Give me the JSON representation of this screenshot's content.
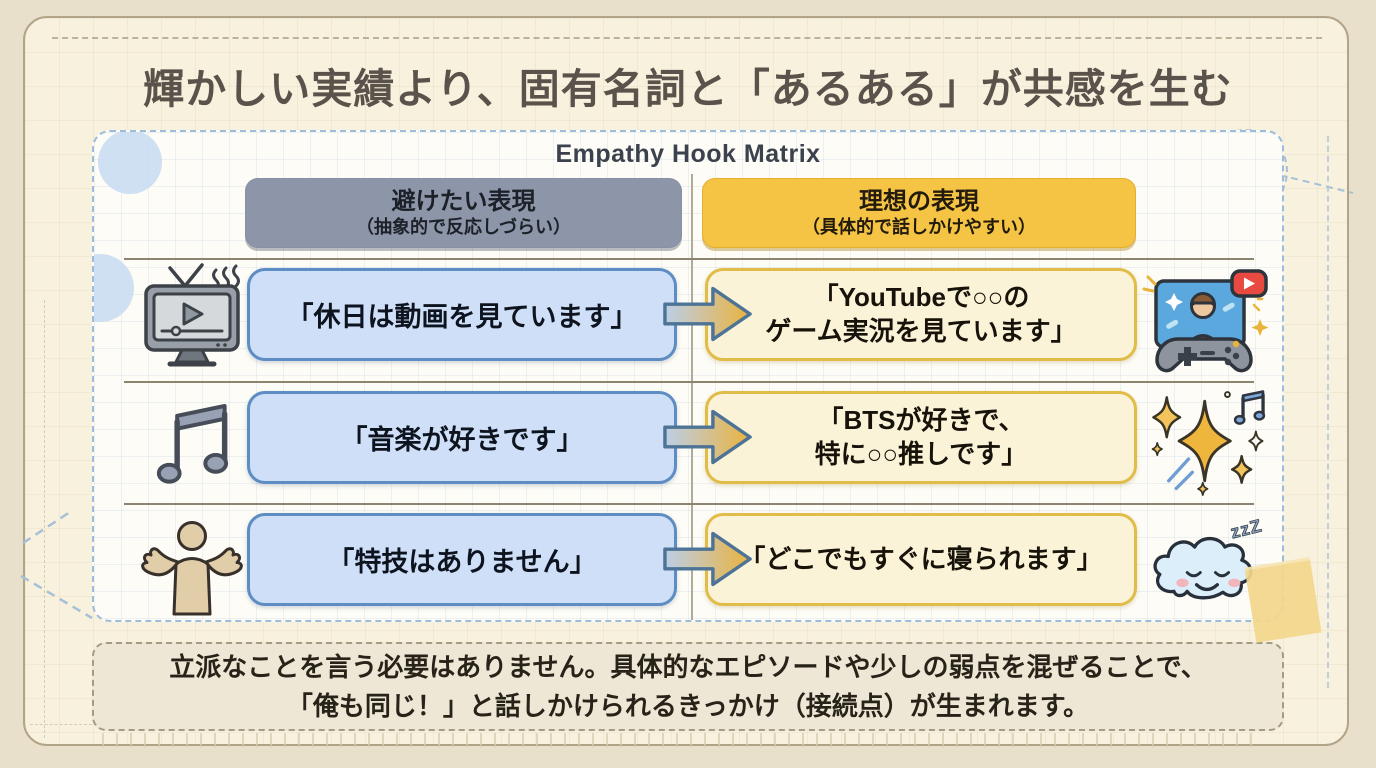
{
  "slide": {
    "title": "輝かしい実績より、固有名詞と「あるある」が共感を生む"
  },
  "matrix": {
    "title": "Empathy Hook Matrix",
    "columns": {
      "avoid": {
        "label": "避けたい表現",
        "sub": "（抽象的で反応しづらい）"
      },
      "ideal": {
        "label": "理想の表現",
        "sub": "（具体的で話しかけやすい）"
      }
    },
    "rows": [
      {
        "left_icon": "tv-video-icon",
        "avoid": "「休日は動画を見ています」",
        "ideal": "「YouTubeで○○の\nゲーム実況を見ています」",
        "right_icon": "gamer-youtube-icon"
      },
      {
        "left_icon": "music-note-icon",
        "avoid": "「音楽が好きです」",
        "ideal": "「BTSが好きで、\n特に○○推しです」",
        "right_icon": "sparkles-music-icon"
      },
      {
        "left_icon": "shrug-person-icon",
        "avoid": "「特技はありません」",
        "ideal": "「どこでもすぐに寝られます」",
        "right_icon": "sleeping-cloud-icon"
      }
    ]
  },
  "note": {
    "text": "立派なことを言う必要はありません。具体的なエピソードや少しの弱点を混ぜることで、\n「俺も同じ！」と話しかけられるきっかけ（接続点）が生まれます。"
  },
  "icons": {
    "cloud_zzz": "zzZ"
  },
  "colors": {
    "page_bg": "#e9e0cb",
    "card_bg": "#f8f1dd",
    "panel_bg": "#fdfcf6",
    "avoid_header_bg": "#8d96a8",
    "ideal_header_bg": "#f5c444",
    "avoid_box_bg": "#cfdff8",
    "avoid_box_border": "#5d8dc2",
    "ideal_box_bg": "#fbf3d7",
    "ideal_box_border": "#e2bc49",
    "arrow_gradient_from": "#bccfe8",
    "arrow_gradient_to": "#eab33e",
    "note_bg": "#eee7d5"
  }
}
